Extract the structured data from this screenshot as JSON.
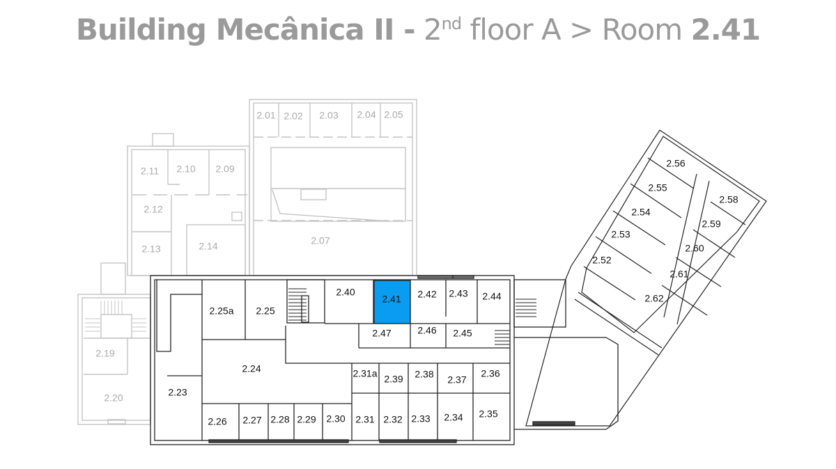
{
  "header": {
    "building_label": "Building Mecânica II -",
    "floor_number": "2",
    "floor_suffix": "nd",
    "floor_rest": " floor A > Room",
    "room": "2.41"
  },
  "highlight": {
    "room": "2.41",
    "color": "#0a9cf0"
  },
  "rooms_inactive": [
    "2.01",
    "2.02",
    "2.03",
    "2.04",
    "2.05",
    "2.07",
    "2.09",
    "2.10",
    "2.11",
    "2.12",
    "2.13",
    "2.14",
    "2.19",
    "2.20"
  ],
  "rooms_active": [
    "2.23",
    "2.24",
    "2.25",
    "2.25a",
    "2.26",
    "2.27",
    "2.28",
    "2.29",
    "2.30",
    "2.31",
    "2.31a",
    "2.32",
    "2.33",
    "2.34",
    "2.35",
    "2.36",
    "2.37",
    "2.38",
    "2.39",
    "2.40",
    "2.41",
    "2.42",
    "2.43",
    "2.44",
    "2.45",
    "2.46",
    "2.47",
    "2.52",
    "2.53",
    "2.54",
    "2.55",
    "2.56",
    "2.58",
    "2.59",
    "2.60",
    "2.61",
    "2.62"
  ],
  "labels": {
    "r201": "2.01",
    "r202": "2.02",
    "r203": "2.03",
    "r204": "2.04",
    "r205": "2.05",
    "r207": "2.07",
    "r209": "2.09",
    "r210": "2.10",
    "r211": "2.11",
    "r212": "2.12",
    "r213": "2.13",
    "r214": "2.14",
    "r219": "2.19",
    "r220": "2.20",
    "r223": "2.23",
    "r224": "2.24",
    "r225": "2.25",
    "r225a": "2.25a",
    "r226": "2.26",
    "r227": "2.27",
    "r228": "2.28",
    "r229": "2.29",
    "r230": "2.30",
    "r231": "2.31",
    "r231a": "2.31a",
    "r232": "2.32",
    "r233": "2.33",
    "r234": "2.34",
    "r235": "2.35",
    "r236": "2.36",
    "r237": "2.37",
    "r238": "2.38",
    "r239": "2.39",
    "r240": "2.40",
    "r241": "2.41",
    "r242": "2.42",
    "r243": "2.43",
    "r244": "2.44",
    "r245": "2.45",
    "r246": "2.46",
    "r247": "2.47",
    "r252": "2.52",
    "r253": "2.53",
    "r254": "2.54",
    "r255": "2.55",
    "r256": "2.56",
    "r258": "2.58",
    "r259": "2.59",
    "r260": "2.60",
    "r261": "2.61",
    "r262": "2.62"
  }
}
